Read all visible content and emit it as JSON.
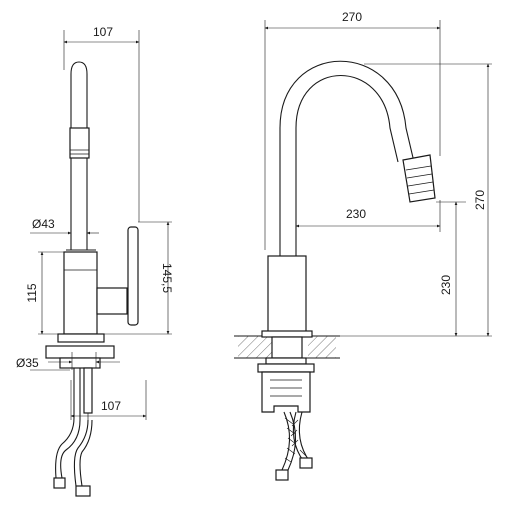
{
  "drawing": {
    "side_view": {
      "top_width": "107",
      "spout_diameter": "Ø43",
      "body_height": "115",
      "lever_height": "145,5",
      "base_diameter": "Ø35",
      "bottom_width": "107"
    },
    "front_view": {
      "overall_width": "270",
      "overall_height": "270",
      "reach": "230",
      "spout_height": "230"
    }
  }
}
